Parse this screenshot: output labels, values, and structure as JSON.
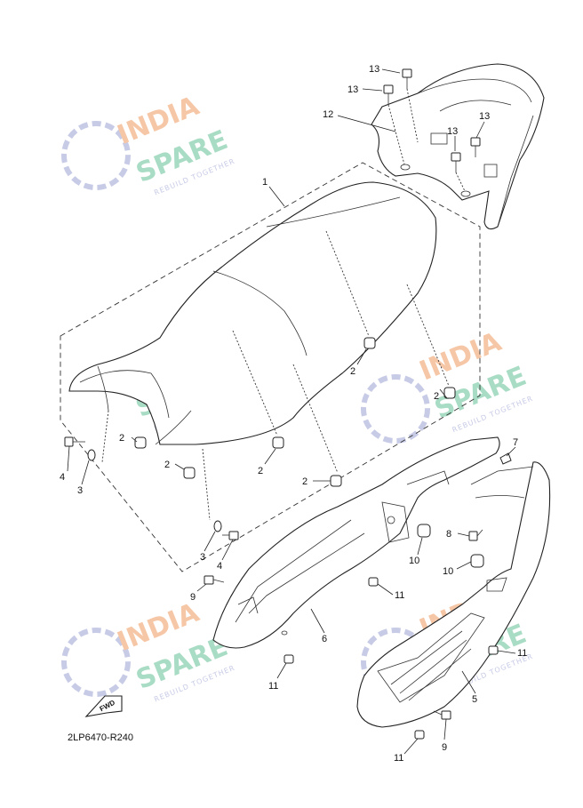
{
  "diagram_code": "2LP6470-R240",
  "fwd_label": "FWD",
  "watermark": {
    "line1": "INDIA",
    "line2": "SPARE",
    "tagline": "REBUILD TOGETHER",
    "colors": {
      "india": "#f6c7a6",
      "spare": "#a9dcc4",
      "icon": "#c7cbe6"
    }
  },
  "callouts": [
    {
      "id": "c13a",
      "label": "13"
    },
    {
      "id": "c13b",
      "label": "13"
    },
    {
      "id": "c12",
      "label": "12"
    },
    {
      "id": "c13c",
      "label": "13"
    },
    {
      "id": "c13d",
      "label": "13"
    },
    {
      "id": "c1",
      "label": "1"
    },
    {
      "id": "c2a",
      "label": "2"
    },
    {
      "id": "c2b",
      "label": "2"
    },
    {
      "id": "c2c",
      "label": "2"
    },
    {
      "id": "c2d",
      "label": "2"
    },
    {
      "id": "c2e",
      "label": "2"
    },
    {
      "id": "c2f",
      "label": "2"
    },
    {
      "id": "c4a",
      "label": "4"
    },
    {
      "id": "c3a",
      "label": "3"
    },
    {
      "id": "c3b",
      "label": "3"
    },
    {
      "id": "c4b",
      "label": "4"
    },
    {
      "id": "c7",
      "label": "7"
    },
    {
      "id": "c8",
      "label": "8"
    },
    {
      "id": "c10a",
      "label": "10"
    },
    {
      "id": "c10b",
      "label": "10"
    },
    {
      "id": "c9a",
      "label": "9"
    },
    {
      "id": "c11a",
      "label": "11"
    },
    {
      "id": "c6",
      "label": "6"
    },
    {
      "id": "c11b",
      "label": "11"
    },
    {
      "id": "c11c",
      "label": "11"
    },
    {
      "id": "c5",
      "label": "5"
    },
    {
      "id": "c9b",
      "label": "9"
    },
    {
      "id": "c11d",
      "label": "11"
    }
  ]
}
